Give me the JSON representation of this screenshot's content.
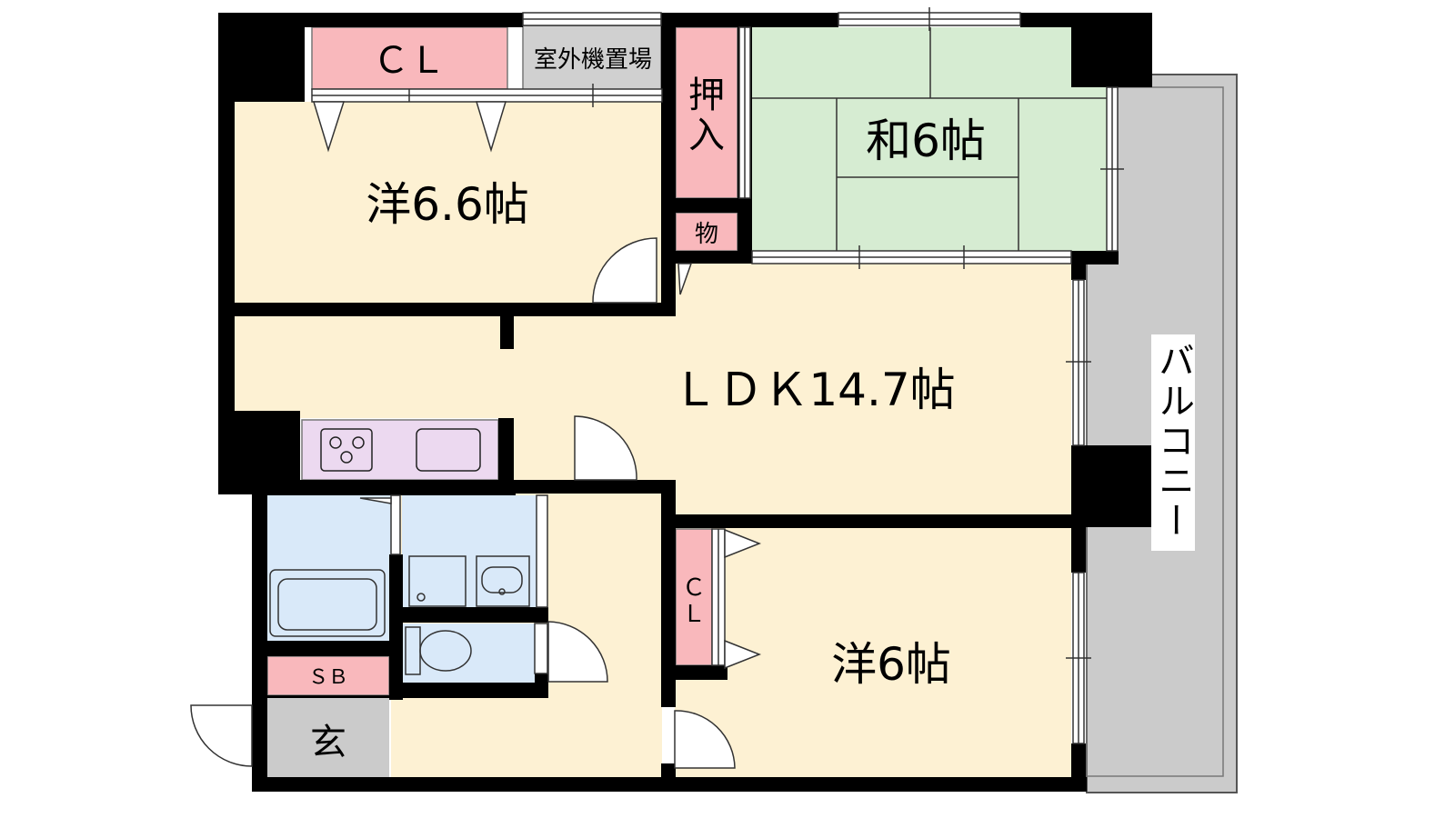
{
  "rooms": {
    "western_a": "洋6.6帖",
    "japanese": "和6帖",
    "ldk": "ＬＤＫ14.7帖",
    "western_b": "洋6帖",
    "balcony": "バルコニー",
    "closet_top": "ＣＬ",
    "outdoor_unit": "室外機置場",
    "oshiire_1": "押",
    "oshiire_2": "入",
    "storage": "物",
    "closet_side_1": "Ｃ",
    "closet_side_2": "Ｌ",
    "shoe_box": "ＳＢ",
    "entrance": "玄"
  },
  "colors": {
    "floor_wood": "#fdf1d3",
    "tatami": "#d6ecd2",
    "closet": "#f9b8bc",
    "kitchen": "#ecd9f0",
    "wet_area": "#d9e9f9",
    "grey_area": "#cbcbcb",
    "wall": "#000000"
  }
}
